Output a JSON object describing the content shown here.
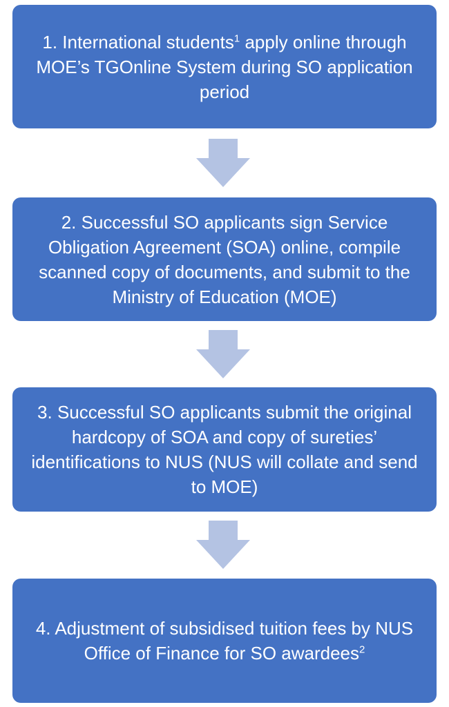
{
  "steps": [
    {
      "text": "1. International students",
      "superscript": "1",
      "text_after": " apply online through MOE’s TGOnline System during SO application period"
    },
    {
      "text": "2. Successful SO applicants sign Service Obligation Agreement (SOA) online, compile scanned copy of documents, and submit to the Ministry of Education (MOE)"
    },
    {
      "text": "3. Successful SO applicants submit the original hardcopy of SOA and copy of sureties’ identifications to NUS (NUS will collate and send to MOE)"
    },
    {
      "text": "4. Adjustment of subsidised tuition fees by NUS Office of Finance for SO awardees",
      "superscript": "2"
    }
  ],
  "colors": {
    "box_fill": "#4472c4",
    "box_text": "#ffffff",
    "arrow_fill": "#b4c3e3"
  },
  "icons": {
    "connector": "down-arrow-icon"
  }
}
